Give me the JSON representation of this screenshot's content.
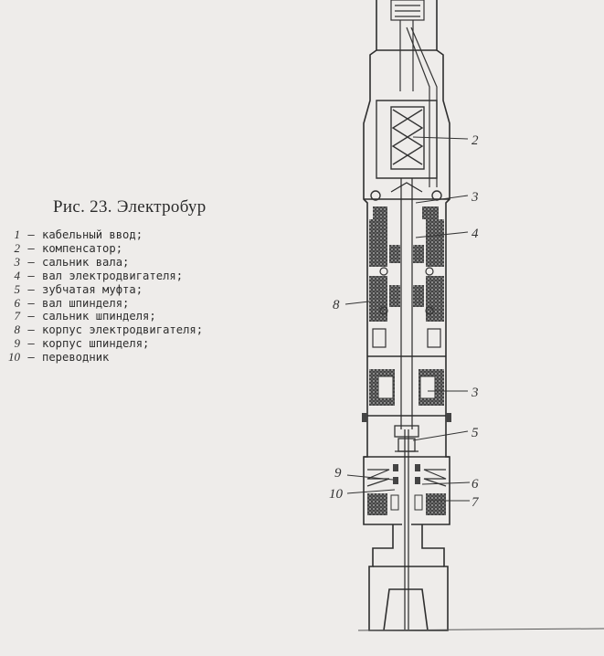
{
  "caption": "Рис. 23. Электробур",
  "legend": [
    {
      "num": "1",
      "text": "кабельный ввод;"
    },
    {
      "num": "2",
      "text": "компенсатор;"
    },
    {
      "num": "3",
      "text": "сальник вала;"
    },
    {
      "num": "4",
      "text": "вал электродвигателя;"
    },
    {
      "num": "5",
      "text": "зубчатая муфта;"
    },
    {
      "num": "6",
      "text": "вал шпинделя;"
    },
    {
      "num": "7",
      "text": "сальник шпинделя;"
    },
    {
      "num": "8",
      "text": "корпус электродвигателя;"
    },
    {
      "num": "9",
      "text": "корпус шпинделя;"
    },
    {
      "num": "10",
      "text": "переводник"
    }
  ],
  "callouts": {
    "c2": "2",
    "c3a": "3",
    "c4": "4",
    "c8": "8",
    "c3b": "3",
    "c5": "5",
    "c9": "9",
    "c10": "10",
    "c6": "6",
    "c7": "7"
  },
  "colors": {
    "paper": "#eeecea",
    "ink": "#2a2a2a"
  }
}
